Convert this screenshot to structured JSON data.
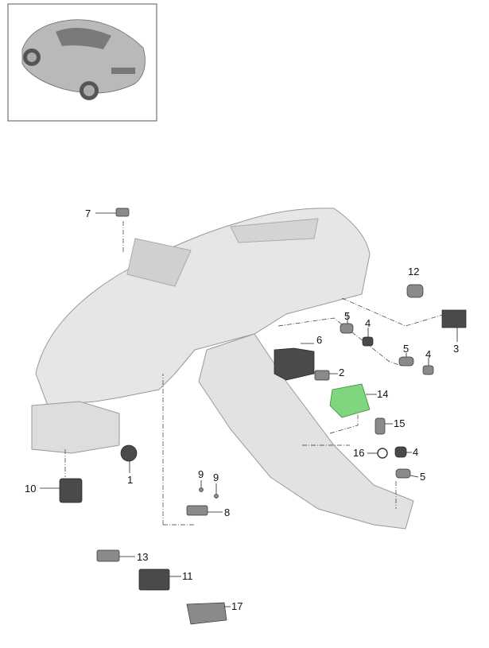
{
  "diagram": {
    "highlight_color": "#7fd67f",
    "labels": {
      "p1": "1",
      "p2": "2",
      "p3": "3",
      "p4a": "4",
      "p4b": "4",
      "p4c": "4",
      "p5a": "5",
      "p5b": "5",
      "p5c": "5",
      "p6": "6",
      "p7": "7",
      "p8": "8",
      "p9a": "9",
      "p9b": "9",
      "p10": "10",
      "p11": "11",
      "p12": "12",
      "p13": "13",
      "p14": "14",
      "p15": "15",
      "p16": "16",
      "p17": "17"
    }
  }
}
